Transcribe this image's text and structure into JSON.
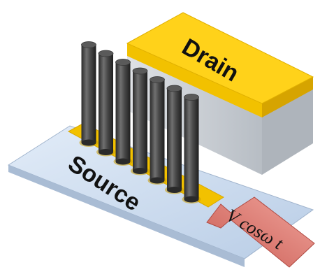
{
  "diagram": {
    "drain_label": "Drain",
    "source_label": "Source",
    "arrow_label": "V cosω t",
    "pillar_count": 7,
    "colors": {
      "gold": "#f2c100",
      "gold_light": "#ffe05a",
      "substrate_top": "#cfe0f3",
      "substrate_side": "#b7c9de",
      "block_front": "#d0d4d9",
      "block_side": "#aeb4bb",
      "pillar_dark": "#2b2b2b",
      "pillar_light": "#707070",
      "arrow_fill": "#d9736a",
      "arrow_dark": "#b04a42"
    }
  }
}
